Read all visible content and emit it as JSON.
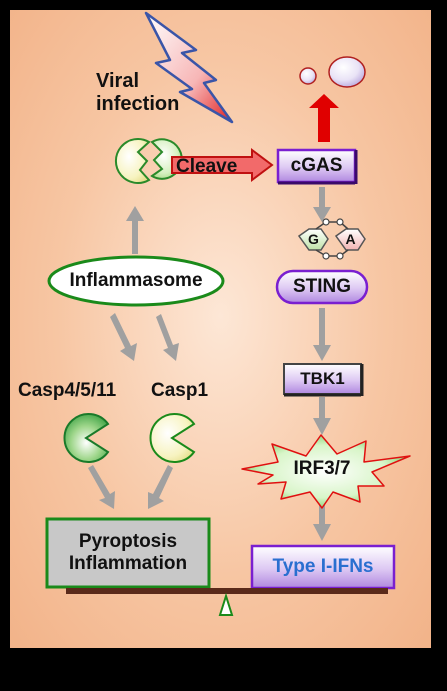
{
  "labels": {
    "viral_infection": "Viral\ninfection",
    "cleave": "Cleave",
    "cgas": "cGAS",
    "g": "G",
    "a": "A",
    "sting": "STING",
    "tbk1": "TBK1",
    "irf": "IRF3/7",
    "type_ifn": "Type I-IFNs",
    "inflammasome": "Inflammasome",
    "casp4": "Casp4/5/11",
    "casp1": "Casp1",
    "pyroptosis": "Pyroptosis\nInflammation"
  },
  "colors": {
    "background_outer": "#000000",
    "panel": "#f6c4a0",
    "arrow_gray": "#a0a0a0",
    "red": "#e00000",
    "purple_box": "#8a2be2",
    "green_border": "#1a8a1a",
    "type_ifn_text": "#2a6fd0",
    "balance_bar": "#5a2a1a"
  }
}
